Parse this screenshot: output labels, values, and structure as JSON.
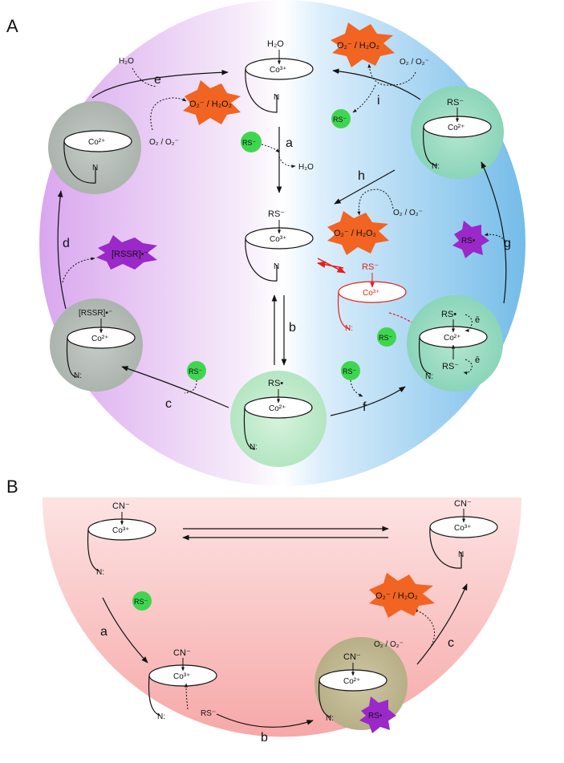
{
  "panels": {
    "A": "A",
    "B": "B"
  },
  "colors": {
    "panelA_left": "#d9a6ee",
    "panelA_right": "#7cc0ea",
    "panelB": "#f7b7b7",
    "green_circle": "#9edcb1",
    "green_small": "#3fd64f",
    "orange_star": "#f26422",
    "purple_star": "#9b28c8",
    "red_highlight": "#e0201c"
  },
  "labels": {
    "h2o": "H₂O",
    "co3": "Co³⁺",
    "co2": "Co²⁺",
    "rs_minus": "RS⁻",
    "rs_radical": "RS•",
    "n": "N",
    "n_colon": "N:",
    "cn": "CN⁻",
    "o2": "O₂ / O₂⁻",
    "ros": "O₂⁻ / H₂O₂",
    "rssr": "[RSSR]•⁻",
    "e": "ē"
  },
  "stepsA": {
    "a": "a",
    "b": "b",
    "c": "c",
    "d": "d",
    "e": "e",
    "f": "f",
    "g": "g",
    "h": "h",
    "i": "i"
  },
  "stepsB": {
    "a": "a",
    "b": "b",
    "c": "c"
  }
}
